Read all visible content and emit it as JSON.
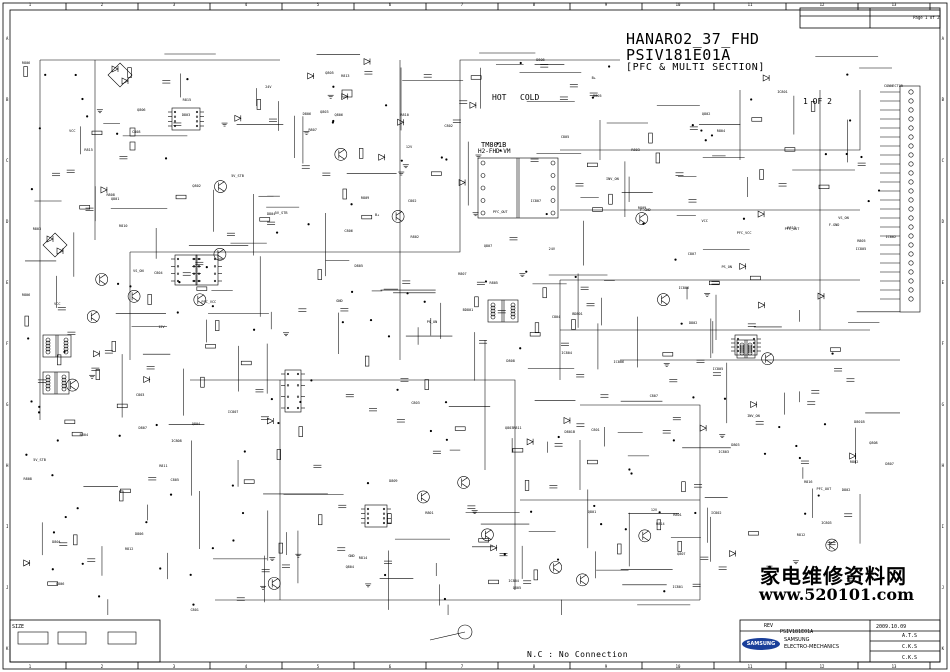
{
  "header": {
    "title_line1": "HANARO2_37_FHD",
    "title_line2": "PSIV181E01A",
    "title_line3": "[PFC & MULTI SECTION]",
    "page_of": "1 OF 2",
    "page_ref": "Page 1 of 2"
  },
  "zones": {
    "hot": "HOT",
    "cold": "COLD"
  },
  "transformer": {
    "ref": "TM801B",
    "part": "H2-FHD-VM"
  },
  "connector": {
    "ref": "CONNECTOR"
  },
  "footer": {
    "nc_note": "N.C : No Connection",
    "size_label": "SIZE",
    "model": "PSIV181E01A",
    "date": "2009.10.09",
    "drawn": "A.T.S",
    "checked": "C.K.S",
    "approved": "C.K.S",
    "rev": "REV",
    "brand": "SAMSUNG",
    "brand_line1": "SAMSUNG",
    "brand_line2": "ELECTRO-MECHANICS"
  },
  "watermark": {
    "site_cn": "家电维修资料网",
    "url": "www.520101.com"
  },
  "grid": {
    "cols": [
      "1",
      "2",
      "3",
      "4",
      "5",
      "6",
      "7",
      "8",
      "9",
      "10",
      "11",
      "12",
      "13"
    ],
    "rows": [
      "A",
      "B",
      "C",
      "D",
      "E",
      "F",
      "G",
      "H",
      "I",
      "J",
      "K"
    ]
  },
  "parts": [
    "D801B",
    "BD801",
    "R801",
    "C801",
    "Q801",
    "IC801",
    "R802",
    "D802",
    "R803",
    "C802",
    "Q802",
    "IC802",
    "R804",
    "D803",
    "R805",
    "C803",
    "Q803",
    "IC803",
    "R806",
    "D804",
    "R807",
    "C804",
    "Q804",
    "IC804",
    "R808",
    "D805",
    "R809",
    "C805",
    "Q805",
    "IC805",
    "R810",
    "D806",
    "R811",
    "C806",
    "Q806",
    "IC806",
    "R812",
    "D807",
    "R813",
    "C807",
    "Q807",
    "IC807",
    "R814",
    "D808",
    "R815",
    "C808",
    "Q808",
    "IC808",
    "R816",
    "D809"
  ],
  "nets": [
    "PFC_OUT",
    "VCC",
    "5V_STB",
    "12V",
    "24V",
    "B+",
    "GND",
    "PS_ON",
    "INV_ON",
    "VS_ON",
    "PFC_VCC",
    "F-GND"
  ]
}
